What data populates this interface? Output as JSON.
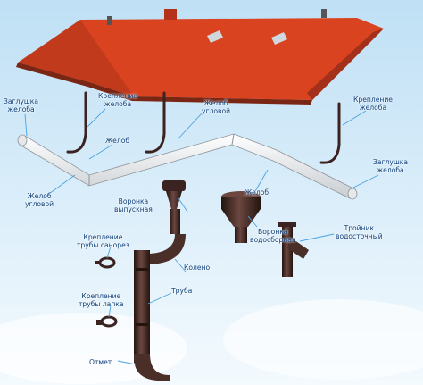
{
  "labels": {
    "zaglushka_left_1": "Заглушка",
    "zaglushka_left_2": "желоба",
    "kreplenie_top_1": "Крепление",
    "kreplenie_top_2": "желоба",
    "zhelob_uglovoy_top_1": "Желоб",
    "zhelob_uglovoy_top_2": "угловой",
    "kreplenie_right_1": "Крепление",
    "kreplenie_right_2": "желоба",
    "zhelob_center": "Желоб",
    "zaglushka_right_1": "Заглушка",
    "zaglushka_right_2": "желоба",
    "zhelob_uglovoy_left_1": "Желоб",
    "zhelob_uglovoy_left_2": "угловой",
    "voronka_vypusk_1": "Воронка",
    "voronka_vypusk_2": "выпускная",
    "zhelob_right": "Желоб",
    "kreplenie_sanorez_1": "Крепление",
    "kreplenie_sanorez_2": "трубы санорез",
    "voronka_vodosbor_1": "Воронка",
    "voronka_vodosbor_2": "водосборная",
    "troynik_1": "Тройник",
    "troynik_2": "водосточный",
    "koleno": "Колено",
    "kreplenie_lapka_1": "Крепление",
    "kreplenie_lapka_2": "трубы лапка",
    "truba": "Труба",
    "otmet": "Отмет"
  },
  "colors": {
    "roof": "#d9431f",
    "roof_shade": "#b5321a",
    "gutter": "#f2f2f0",
    "pipe": "#3a2320",
    "pipe_light": "#6b4740",
    "label": "#0d3f7a",
    "leader": "#4aa3df",
    "sky_top": "#bfe0f5",
    "sky_bottom": "#eef7fd"
  }
}
